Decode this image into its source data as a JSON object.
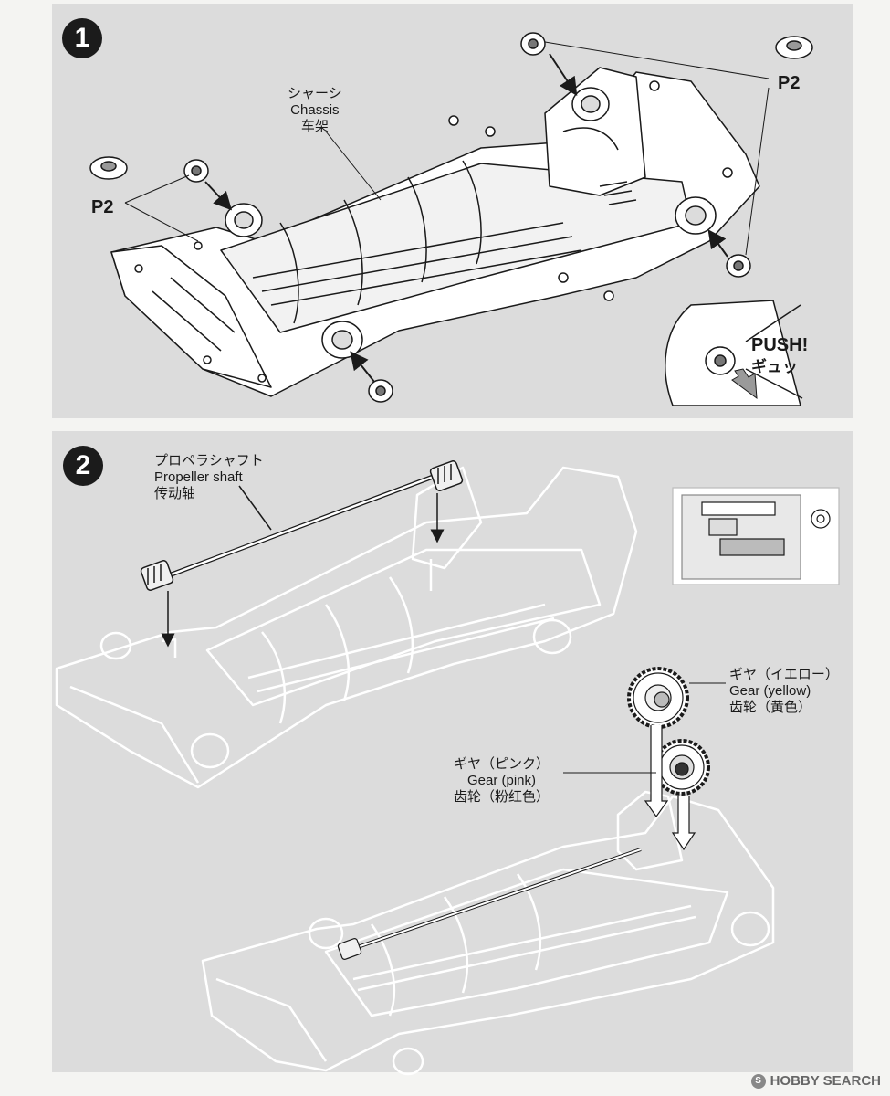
{
  "step1": {
    "number": "1",
    "chassis_label": [
      "シャーシ",
      "Chassis",
      "车架"
    ],
    "part_code_left": "P2",
    "part_code_right": "P2",
    "push_label": "PUSH!",
    "push_sub": "ギュッ"
  },
  "step2": {
    "number": "2",
    "shaft_label": [
      "プロペラシャフト",
      "Propeller shaft",
      "传动轴"
    ],
    "gear_yellow_label": [
      "ギヤ（イエロー）",
      "Gear (yellow)",
      "齿轮（黄色）"
    ],
    "gear_pink_label": [
      "ギヤ（ピンク）",
      "Gear (pink)",
      "齿轮（粉红色）"
    ]
  },
  "watermark": {
    "logo": "S",
    "text": "HOBBY SEARCH"
  },
  "colors": {
    "panel": "#dcdcdc",
    "page": "#f4f4f2",
    "line": "#1a1a1a",
    "faded_line": "#ffffff"
  }
}
